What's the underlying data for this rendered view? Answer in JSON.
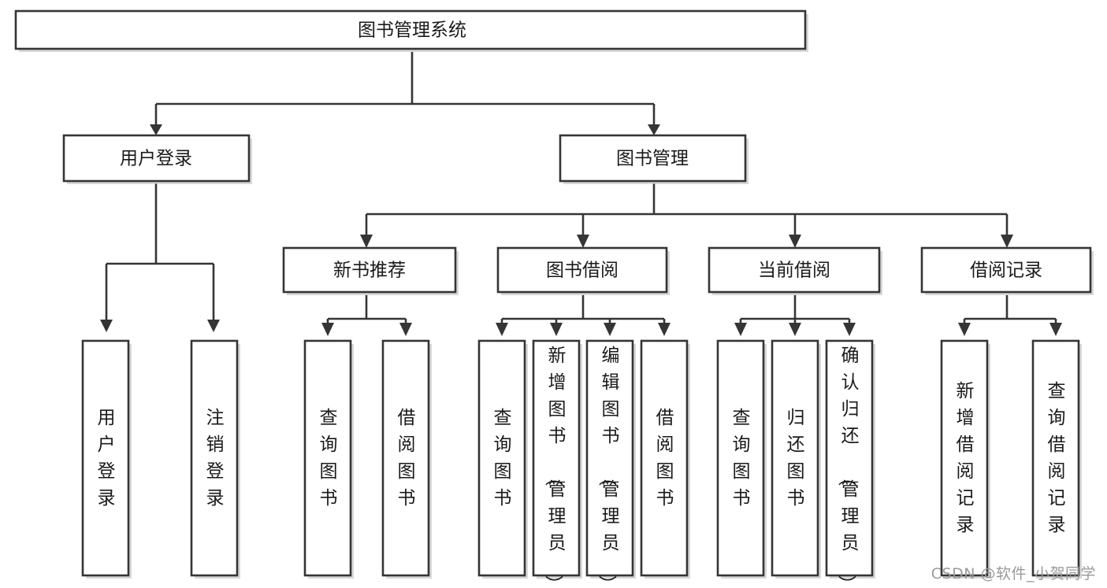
{
  "diagram": {
    "type": "tree",
    "title": "图书管理系统",
    "orientation": "top-down",
    "background_color": "#ffffff",
    "line_color": "#353535",
    "box_fill": "#ffffff",
    "text_color": "#1a1a1a"
  },
  "root": {
    "label": "图书管理系统"
  },
  "level2": [
    {
      "label": "用户登录"
    },
    {
      "label": "图书管理"
    }
  ],
  "level3": [
    {
      "label": "新书推荐"
    },
    {
      "label": "图书借阅"
    },
    {
      "label": "当前借阅"
    },
    {
      "label": "借阅记录"
    }
  ],
  "leaves": {
    "user_login": [
      {
        "label": "用户登录"
      },
      {
        "label": "注销登录"
      }
    ],
    "new_book_recommend": [
      {
        "label": "查询图书"
      },
      {
        "label": "借阅图书"
      }
    ],
    "book_borrow": [
      {
        "label": "查询图书"
      },
      {
        "label": "新增图书（管理员）"
      },
      {
        "label": "编辑图书（管理员）"
      },
      {
        "label": "借阅图书"
      }
    ],
    "current_borrow": [
      {
        "label": "查询图书"
      },
      {
        "label": "归还图书"
      },
      {
        "label": "确认归还（管理员）"
      }
    ],
    "borrow_record": [
      {
        "label": "新增借阅记录"
      },
      {
        "label": "查询借阅记录"
      }
    ]
  },
  "watermark": {
    "text": "CSDN @软件_小贺同学"
  }
}
